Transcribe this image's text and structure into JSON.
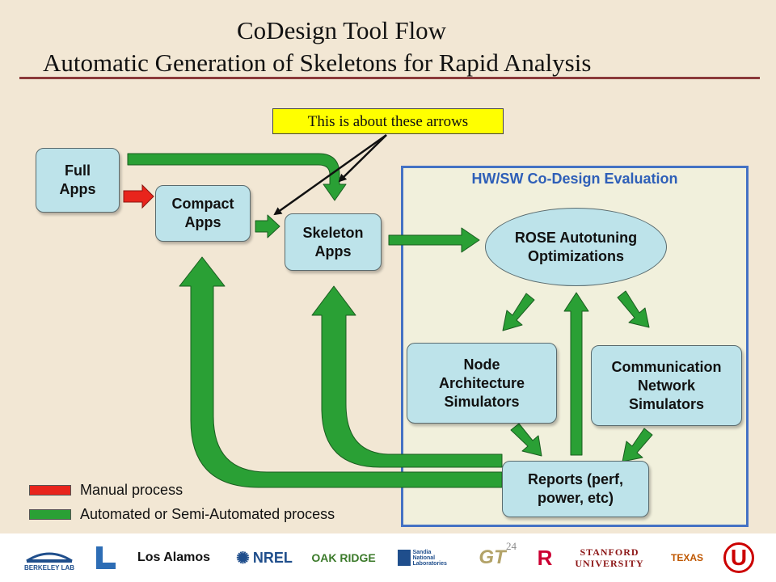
{
  "title": {
    "line1": "CoDesign Tool Flow",
    "line2": "Automatic Generation of Skeletons for Rapid Analysis"
  },
  "callout": {
    "text": "This is about these arrows"
  },
  "nodes": {
    "full_apps": "Full\nApps",
    "compact_apps": "Compact\nApps",
    "skeleton_apps": "Skeleton\nApps",
    "rose": "ROSE Autotuning\nOptimizations",
    "node_arch": "Node\nArchitecture\nSimulators",
    "comm_net": "Communication\nNetwork\nSimulators",
    "reports": "Reports (perf,\npower, etc)"
  },
  "panel": {
    "title": "HW/SW Co-Design Evaluation"
  },
  "legend": {
    "manual": "Manual process",
    "automated": "Automated or Semi-Automated process"
  },
  "colors": {
    "manual": "#e8241c",
    "automated": "#2aa035",
    "box_fill": "#bde3ea",
    "panel_border": "#4472c4",
    "callout": "#ffff00"
  },
  "footer": {
    "page_number": "24",
    "logos": [
      "BERKELEY LAB",
      "Los Alamos",
      "NREL",
      "OAK RIDGE",
      "Sandia National Laboratories",
      "GT",
      "R",
      "STANFORD UNIVERSITY",
      "TEXAS",
      "U"
    ]
  }
}
